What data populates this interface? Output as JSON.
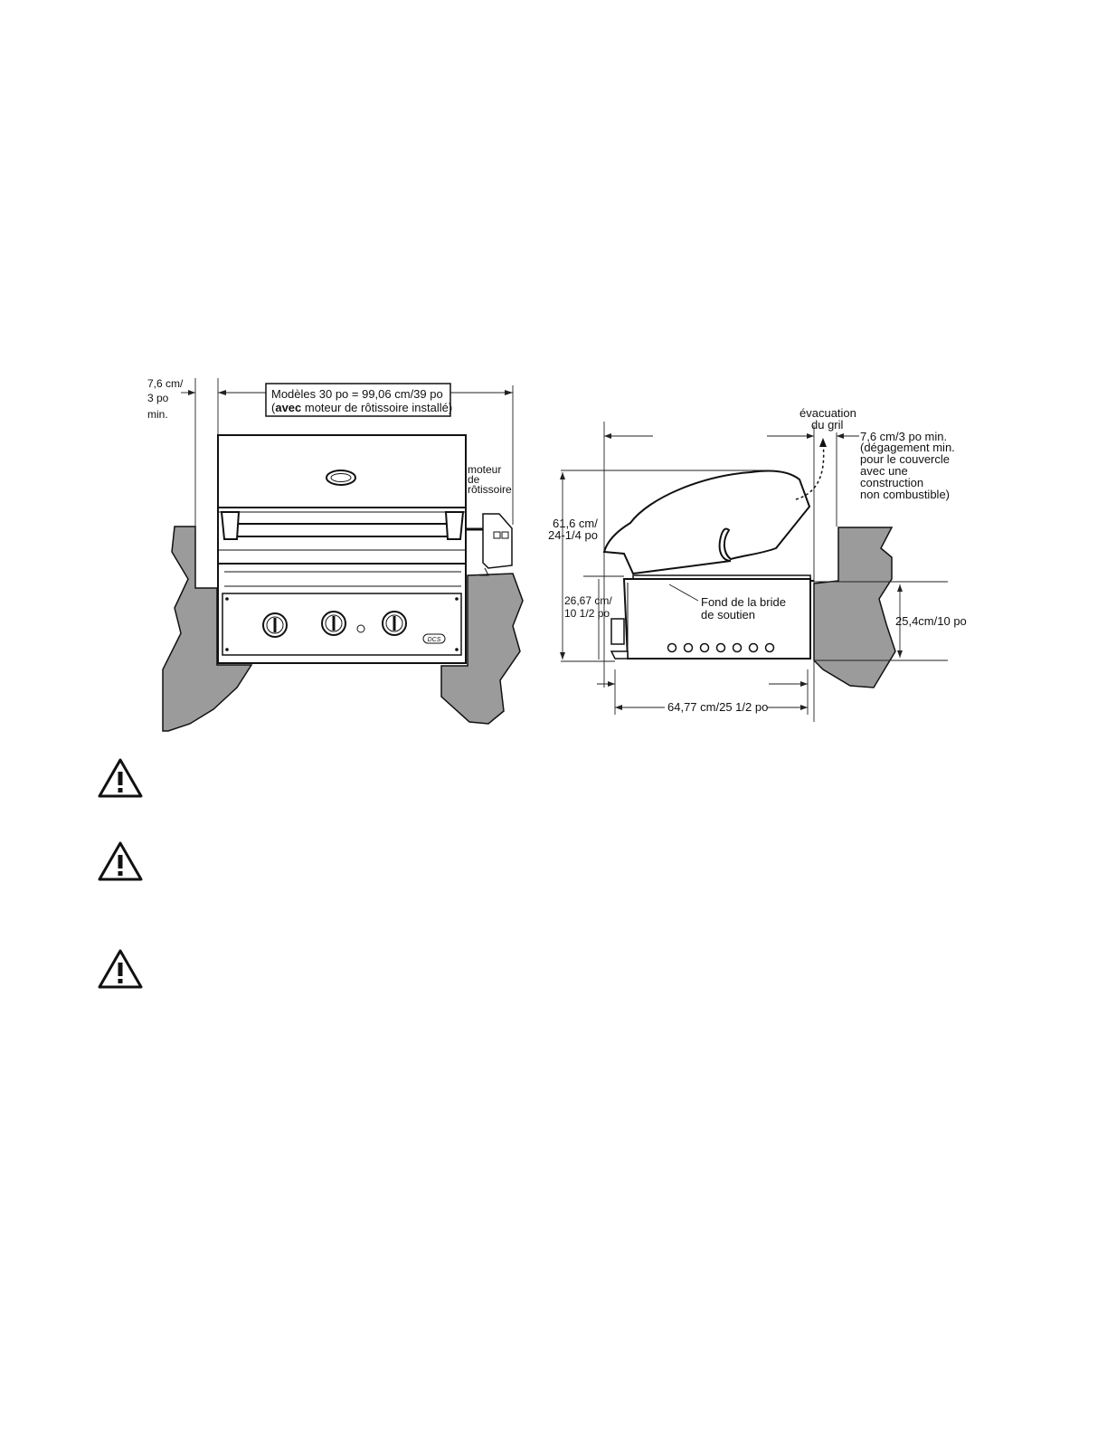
{
  "front_view": {
    "clearance_label": [
      "7,6 cm/",
      "3 po",
      "min."
    ],
    "models_box_line1": "Modèles 30 po = 99,06 cm/39 po",
    "models_box_line2_open": "(",
    "models_box_line2_bold": "avec",
    "models_box_line2_rest": " moteur de rôtissoire installé)",
    "rotisserie_label": [
      "moteur",
      "de",
      "rôtissoire"
    ],
    "brand_badge": "DCS"
  },
  "side_view": {
    "vent_label": [
      "évacuation",
      "du gril"
    ],
    "lid_clearance_label": [
      "7,6 cm/3 po min.",
      "(dégagement min.",
      "pour le couvercle",
      "avec une",
      "construction",
      "non combustible)"
    ],
    "height_total_label": [
      "61,6 cm/",
      "24-1/4 po"
    ],
    "height_base_label": [
      "26,67 cm/",
      "10 1/2 po"
    ],
    "flange_label": [
      "Fond de la bride",
      "de soutien"
    ],
    "cutout_height_label": "25,4cm/10 po",
    "depth_label": "64,77 cm/25 1/2 po"
  },
  "warnings": [
    {
      "icon": "warning-triangle-icon"
    },
    {
      "icon": "warning-triangle-icon"
    },
    {
      "icon": "warning-triangle-icon"
    }
  ],
  "colors": {
    "counter_fill": "#9b9b9b",
    "line": "#111111"
  }
}
